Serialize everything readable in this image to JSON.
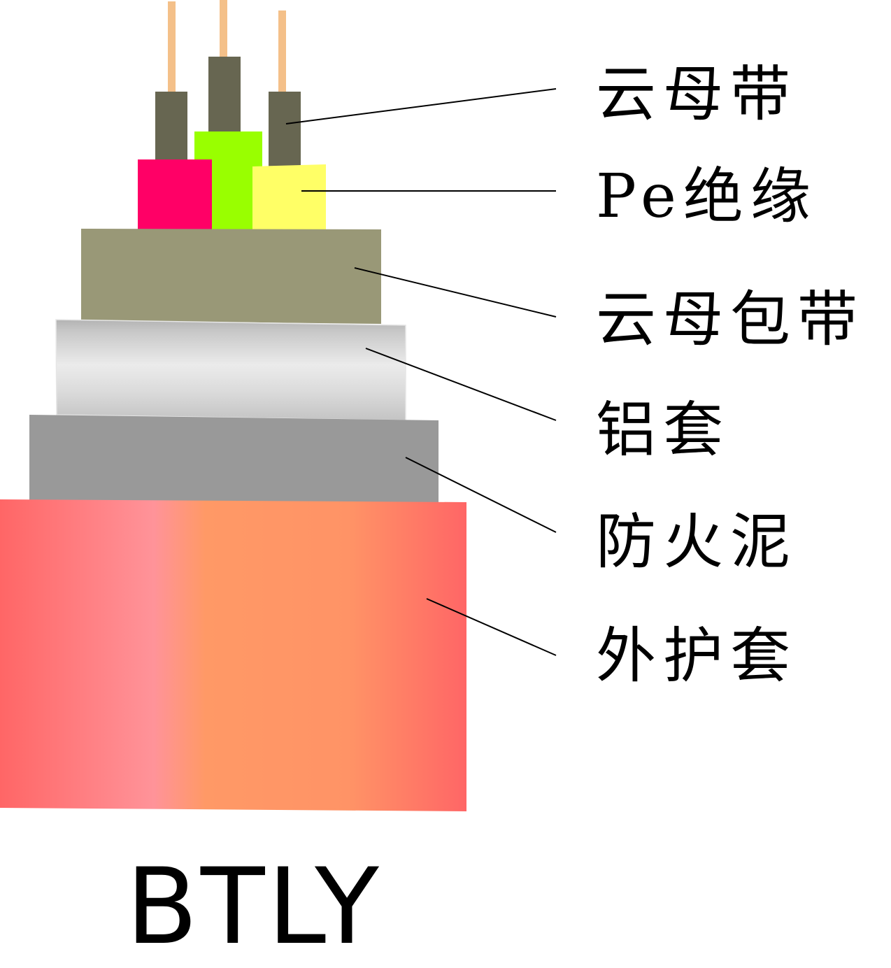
{
  "model": "BTLY",
  "layers": [
    {
      "key": "mica_tape",
      "label": "云母带"
    },
    {
      "key": "pe_insulation",
      "label": "Pe绝缘"
    },
    {
      "key": "mica_wrap",
      "label": "云母包带"
    },
    {
      "key": "aluminum_sheath",
      "label": "铝套"
    },
    {
      "key": "fireproof_mud",
      "label": "防火泥"
    },
    {
      "key": "outer_sheath",
      "label": "外护套"
    }
  ],
  "colors": {
    "copper_conductor": "#f4c089",
    "mica_tape_core": "#676651",
    "insulation_red": "#ff0066",
    "insulation_green": "#99ff00",
    "insulation_yellow": "#ffff66",
    "mica_wrap": "#999877",
    "aluminum_sheath": "#d9d9d9",
    "fireproof_mud": "#999999",
    "outer_sheath_start": "#ff6666",
    "outer_sheath_mid": "#ff9999",
    "outer_sheath_end": "#ff6666",
    "leader_line": "#000000"
  }
}
